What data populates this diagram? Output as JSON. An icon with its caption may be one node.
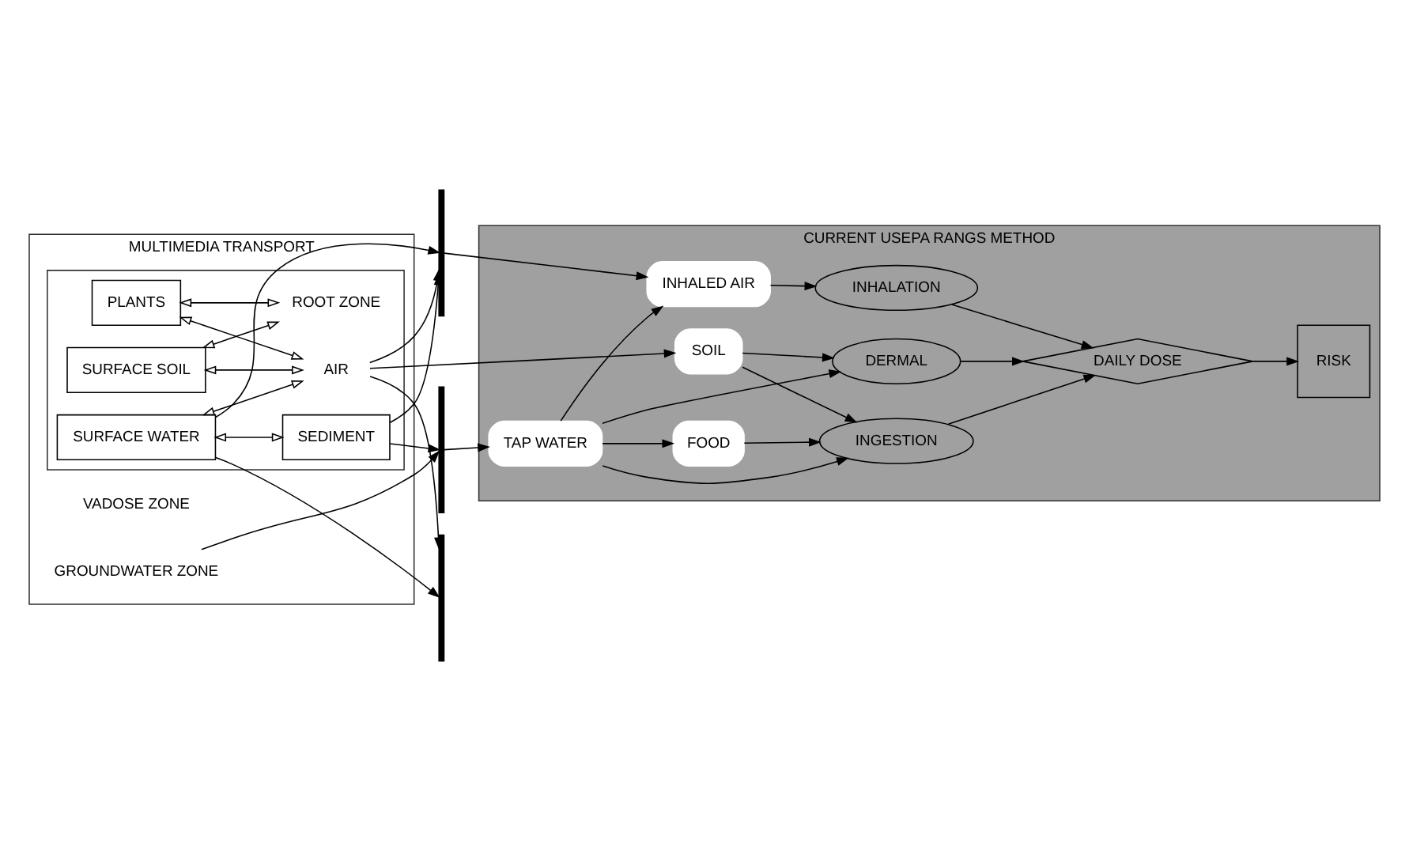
{
  "diagram": {
    "nodes": [
      {
        "text": [
          "MULTIMEDIA TRANSPORT"
        ]
      },
      {
        "text": [],
        "shape": "box",
        "in": 0
      },
      {
        "text": [
          "AIR"
        ],
        "in": 1
      },
      {
        "text": [
          "PLANTS"
        ],
        "in": 1
      },
      {
        "text": [
          "SURFACE SOIL"
        ],
        "in": 1
      },
      {
        "text": [
          "SURFACE WATER"
        ],
        "in": 1
      },
      {
        "text": [
          "SEDIMENT"
        ],
        "in": 1
      },
      {
        "text": [
          "ROOT ZONE"
        ],
        "in": 1
      },
      {
        "text": [
          "VADOSE ZONE"
        ],
        "in": 0
      },
      {
        "text": [
          "GROUNDWATER ZONE"
        ],
        "in": 0
      },
      {
        "text": [],
        "shape": "bar"
      },
      {
        "text": [],
        "shape": "bar"
      },
      {
        "text": [],
        "shape": "bar"
      },
      {
        "text": [
          "CURRENT USEPA RANGS METHOD"
        ]
      },
      {
        "text": [
          "INHALED AIR"
        ],
        "in": 13
      },
      {
        "text": [
          "TAP WATER"
        ],
        "in": 13
      },
      {
        "text": [
          "FOOD"
        ],
        "in": 13
      },
      {
        "text": [
          "SOIL"
        ],
        "in": 13
      },
      {
        "text": [
          "INHALATION"
        ],
        "in": 13
      },
      {
        "text": [
          "INGESTION"
        ],
        "in": 13
      },
      {
        "text": [
          "DERMAL"
        ],
        "in": 13
      },
      {
        "text": [
          "DAILY DOSE"
        ],
        "in": 13
      },
      {
        "text": [
          "RISK"
        ],
        "in": 13
      }
    ],
    "edges": [
      {
        "from": 3,
        "to": 2,
        "arrow": "both"
      },
      {
        "from": 4,
        "to": 2,
        "arrow": "both"
      },
      {
        "from": 5,
        "to": 2,
        "arrow": "both"
      },
      {
        "from": 5,
        "to": 6,
        "arrow": "both"
      },
      {
        "from": 3,
        "to": 7,
        "arrow": "both"
      },
      {
        "from": 4,
        "to": 7,
        "arrow": "both"
      },
      {
        "from": 2,
        "to": 10,
        "arrow": "to"
      },
      {
        "from": 5,
        "to": 10,
        "arrow": "to"
      },
      {
        "from": 6,
        "to": 10,
        "arrow": "to"
      },
      {
        "from": 10,
        "to": 14,
        "arrow": "to"
      },
      {
        "from": 6,
        "to": 11,
        "arrow": "to"
      },
      {
        "from": 9,
        "to": 11,
        "arrow": "to"
      },
      {
        "from": 11,
        "to": 15,
        "arrow": "to"
      },
      {
        "from": 5,
        "to": 12,
        "arrow": "to"
      },
      {
        "from": 2,
        "to": 12,
        "arrow": "to"
      },
      {
        "from": 2,
        "to": 17,
        "arrow": "to"
      },
      {
        "from": 15,
        "to": 14,
        "arrow": "to"
      },
      {
        "from": 15,
        "to": 16,
        "arrow": "to"
      },
      {
        "from": 14,
        "to": 18,
        "arrow": "to"
      },
      {
        "from": 15,
        "to": 19,
        "arrow": "to"
      },
      {
        "from": 15,
        "to": 20,
        "arrow": "to"
      },
      {
        "from": 16,
        "to": 19,
        "arrow": "to"
      },
      {
        "from": 17,
        "to": 19,
        "arrow": "to"
      },
      {
        "from": 17,
        "to": 20,
        "arrow": "to"
      },
      {
        "from": 18,
        "to": 21,
        "arrow": "to"
      },
      {
        "from": 19,
        "to": 21,
        "arrow": "to"
      },
      {
        "from": 20,
        "to": 21,
        "arrow": "to"
      },
      {
        "from": 21,
        "to": 22,
        "arrow": "to"
      }
    ]
  }
}
